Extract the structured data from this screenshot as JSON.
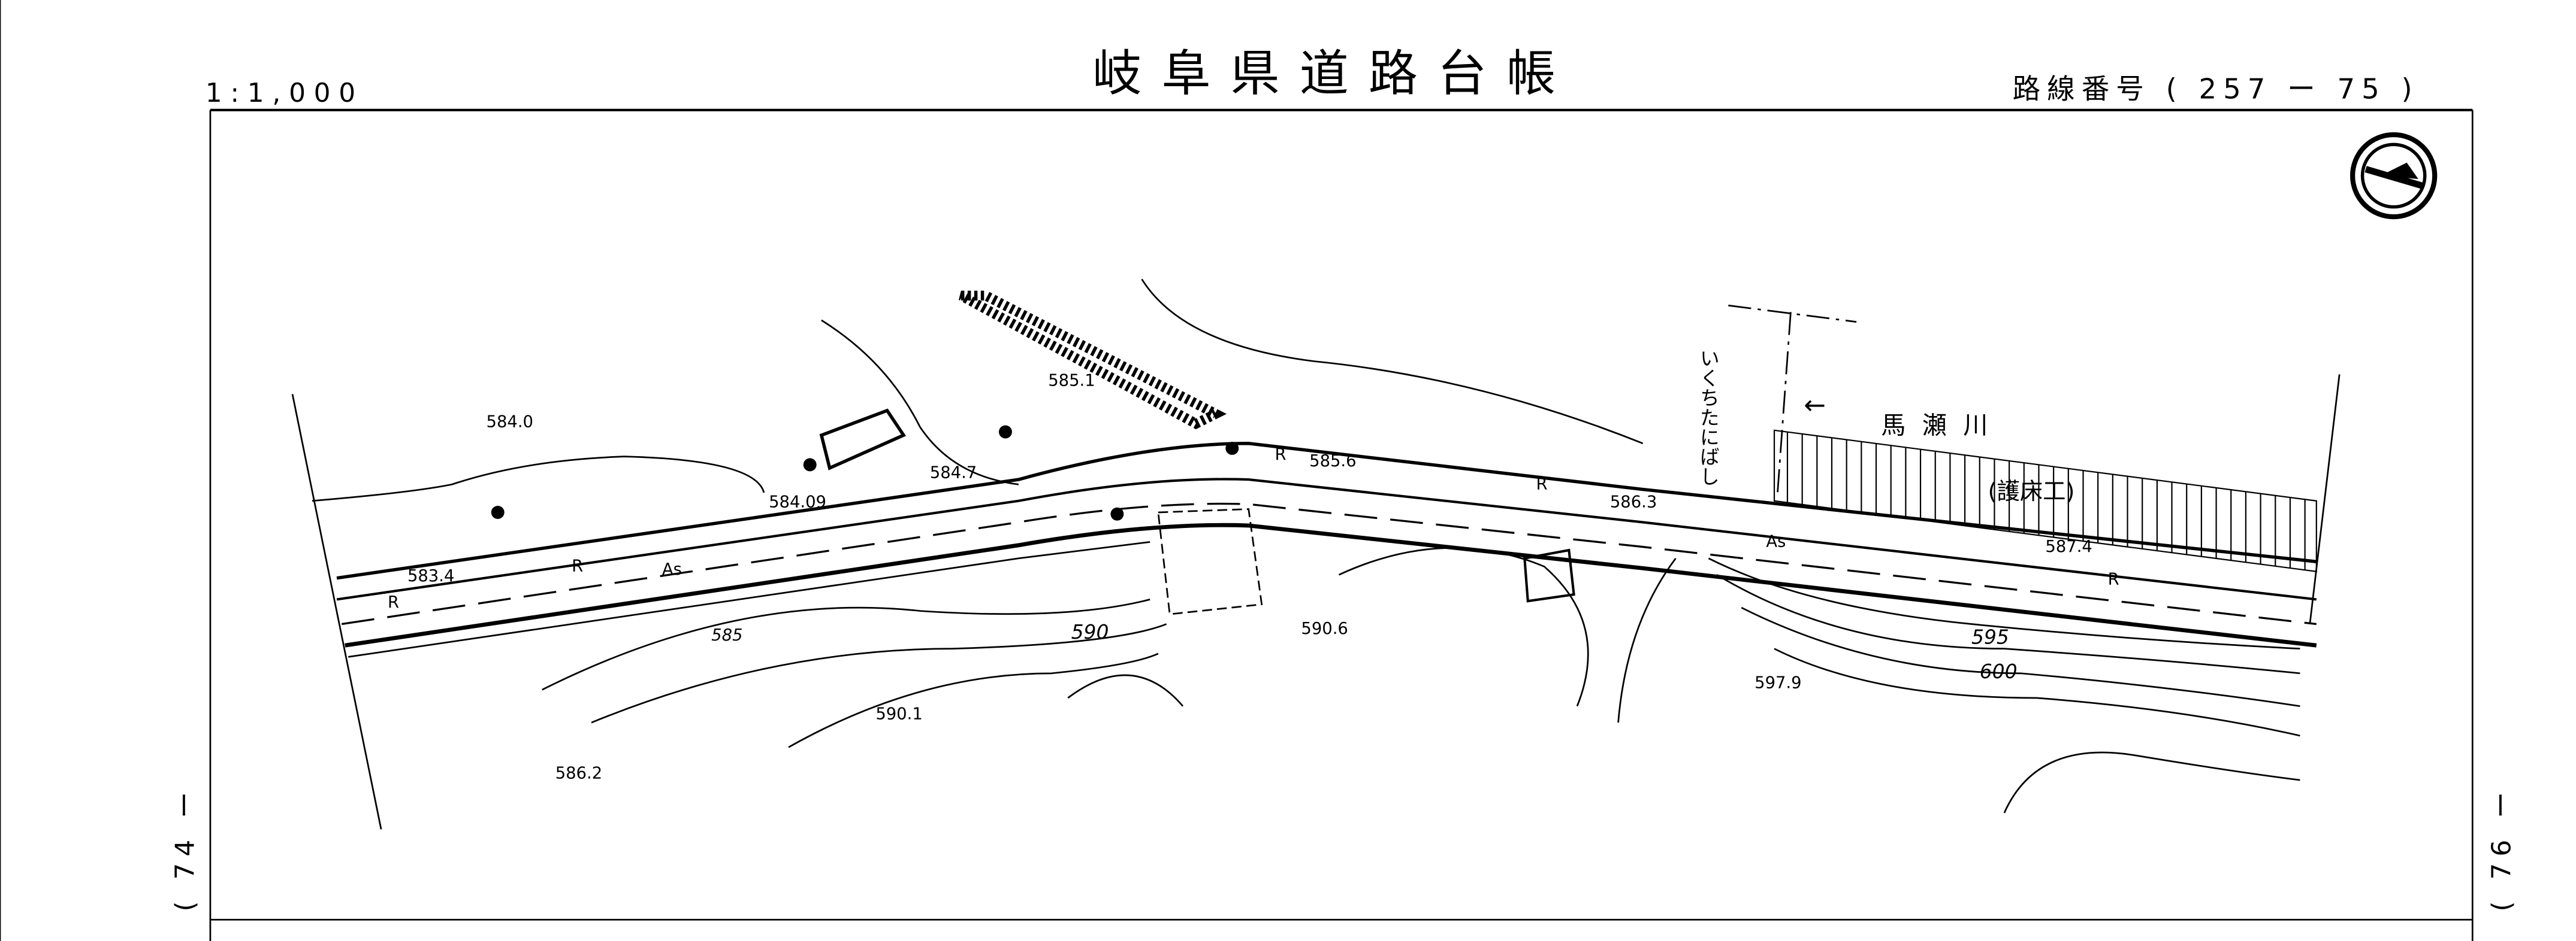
{
  "header": {
    "scale": "1:1,000",
    "title": "岐阜県道路台帳",
    "route_number": "路線番号 ( 257 ー 75 )"
  },
  "side_refs": {
    "left": "( 74 ー",
    "right": "( 76 ー"
  },
  "map_labels": {
    "river": "馬瀬川",
    "river_arrow": "←",
    "bed_protection": "(護床工)",
    "bridge": "いくちたにばし",
    "pavement": [
      "As",
      "As"
    ],
    "road_marks": [
      "R",
      "R",
      "R",
      "R",
      "R"
    ],
    "elevations": [
      "584.0",
      "585.1",
      "584.7",
      "584.09",
      "585.6",
      "586.3",
      "583.4",
      "585",
      "590",
      "590.6",
      "590.1",
      "586.2",
      "597.9",
      "595",
      "600",
      "587.4"
    ]
  },
  "north_arrow_icon": "north-arrow"
}
